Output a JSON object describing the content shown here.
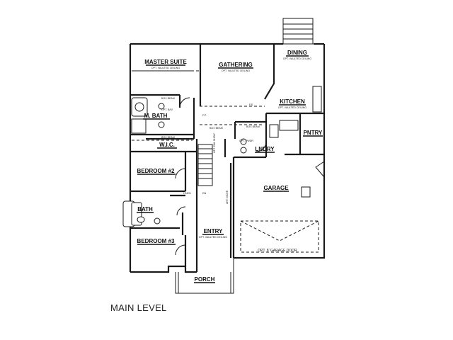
{
  "plan": {
    "level_title": "MAIN LEVEL",
    "rooms": {
      "master_suite": {
        "name": "MASTER SUITE",
        "note": "OPT. VAULTED CEILING"
      },
      "gathering": {
        "name": "GATHERING",
        "note": "OPT. VAULTED CEILING"
      },
      "dining": {
        "name": "DINING",
        "note": "OPT. VAULTED CEILING"
      },
      "kitchen": {
        "name": "KITCHEN",
        "note": "OPT. VAULTED CEILING"
      },
      "master_bath": {
        "name": "M. BATH"
      },
      "pantry": {
        "name": "PNTRY"
      },
      "walk_in_closet": {
        "name": "W.I.C."
      },
      "laundry": {
        "name": "LNDRY"
      },
      "bedroom_2": {
        "name": "BEDROOM #2"
      },
      "garage": {
        "name": "GARAGE",
        "note": "OPT. 8' GARAGE DOOR"
      },
      "bath": {
        "name": "BATH"
      },
      "entry": {
        "name": "ENTRY",
        "note": "OPT. VAULTED CEILING"
      },
      "bedroom_3": {
        "name": "BEDROOM #3"
      },
      "porch": {
        "name": "PORCH"
      }
    },
    "notes": {
      "box_beam_1": "BOX BEAM",
      "box_beam_2": "BOX BEAM",
      "box_beam_3": "BOX BEAM",
      "box_beam_4": "BOX BEAM",
      "opt_bw": "OPT. B/W",
      "opt_pwdr": "OPT. PWDR",
      "opt_dbl_shelf": "OPT. DBL SHELF",
      "fp": "F.P.",
      "linen": "LINEN",
      "dn": "DN",
      "art_niche": "ART NICHE",
      "fs": "F.S."
    }
  }
}
